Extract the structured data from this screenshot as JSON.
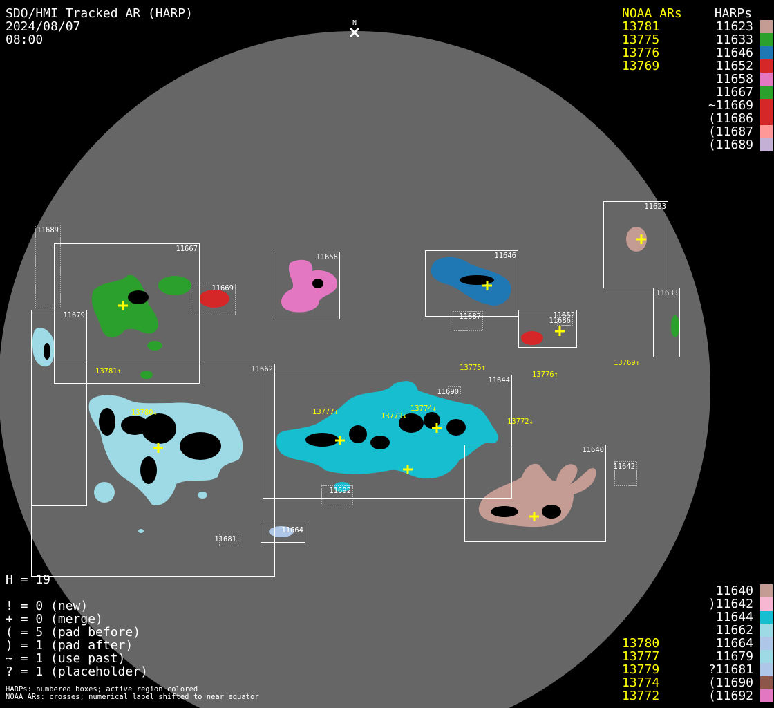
{
  "header": {
    "title": "SDO/HMI Tracked AR (HARP)",
    "date": "2024/08/07",
    "time": "08:00"
  },
  "north_label": "N",
  "legend_top": {
    "noaa_header": "NOAA ARs",
    "harp_header": "HARPs",
    "rows": [
      {
        "noaa": "13781",
        "harp": "11623",
        "color": "#c49c94"
      },
      {
        "noaa": "13775",
        "harp": "11633",
        "color": "#2ca02c"
      },
      {
        "noaa": "13776",
        "harp": "11646",
        "color": "#1f77b4"
      },
      {
        "noaa": "13769",
        "harp": "11652",
        "color": "#d62728"
      },
      {
        "noaa": "",
        "harp": "11658",
        "color": "#e377c2"
      },
      {
        "noaa": "",
        "harp": "11667",
        "color": "#2ca02c"
      },
      {
        "noaa": "",
        "harp": "~11669",
        "color": "#d62728"
      },
      {
        "noaa": "",
        "harp": "(11686",
        "color": "#d62728"
      },
      {
        "noaa": "",
        "harp": "(11687",
        "color": "#ff9896"
      },
      {
        "noaa": "",
        "harp": "(11689",
        "color": "#c5b0d5"
      }
    ]
  },
  "legend_bottom": {
    "rows": [
      {
        "noaa": "",
        "harp": "11640",
        "color": "#c49c94"
      },
      {
        "noaa": "",
        "harp": ")11642",
        "color": "#f7b6d2"
      },
      {
        "noaa": "",
        "harp": "11644",
        "color": "#17becf"
      },
      {
        "noaa": "",
        "harp": "11662",
        "color": "#9edae5"
      },
      {
        "noaa": "13780",
        "harp": "11664",
        "color": "#aec7e8"
      },
      {
        "noaa": "13777",
        "harp": "11679",
        "color": "#9edae5"
      },
      {
        "noaa": "13779",
        "harp": "?11681",
        "color": "#aec7e8"
      },
      {
        "noaa": "13774",
        "harp": "(11690",
        "color": "#8c564b"
      },
      {
        "noaa": "13772",
        "harp": "(11692",
        "color": "#e377c2"
      }
    ]
  },
  "stats": {
    "count": "H = 19",
    "lines": [
      "! = 0 (new)",
      "+ = 0 (merge)",
      "( = 5 (pad before)",
      ") = 1 (pad after)",
      "~ = 1 (use past)",
      "? = 1 (placeholder)"
    ]
  },
  "footnote": [
    "HARPs: numbered boxes; active region colored",
    "NOAA ARs: crosses; numerical label shifted to near equator"
  ],
  "harp_boxes": [
    {
      "id": "11623"
    },
    {
      "id": "11633"
    },
    {
      "id": "11646"
    },
    {
      "id": "11652"
    },
    {
      "id": "11686"
    },
    {
      "id": "11687"
    },
    {
      "id": "11658"
    },
    {
      "id": "11667"
    },
    {
      "id": "11669"
    },
    {
      "id": "11689"
    },
    {
      "id": "11679"
    },
    {
      "id": "11662"
    },
    {
      "id": "11644"
    },
    {
      "id": "11690"
    },
    {
      "id": "11640"
    },
    {
      "id": "11642"
    },
    {
      "id": "11692"
    },
    {
      "id": "11664"
    },
    {
      "id": "11681"
    }
  ],
  "noaa_labels": [
    "13781↑",
    "13775↑",
    "13776↑",
    "13769↑",
    "13777↓",
    "13780↓",
    "13779↓",
    "13774↓",
    "13772↓"
  ]
}
